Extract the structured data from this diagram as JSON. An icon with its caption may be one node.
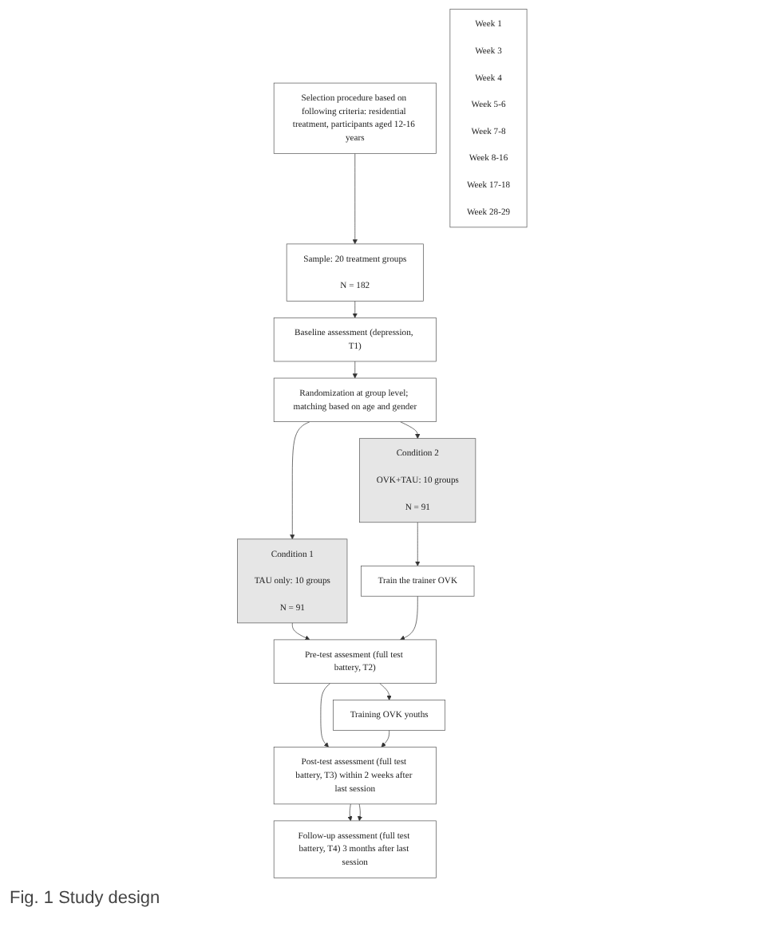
{
  "diagram": {
    "caption": "Fig. 1 Study design",
    "nodes": [
      {
        "text": [
          "Selection procedure based on following criteria: residential treatment, participants aged 12-16 years"
        ]
      },
      {
        "text": [
          "Sample: 20 treatment groups",
          "N = 182"
        ]
      },
      {
        "text": [
          "Baseline assessment (depression, T1)"
        ]
      },
      {
        "text": [
          "Randomization at group level; matching based on age and gender"
        ]
      },
      {
        "text": [
          "Condition 1",
          "TAU only: 10 groups",
          "N = 91"
        ]
      },
      {
        "text": [
          "Condition 2",
          "OVK+TAU: 10 groups",
          "N = 91"
        ]
      },
      {
        "text": [
          "Train the trainer OVK"
        ]
      },
      {
        "text": [
          "Pre-test assesment (full test battery, T2)"
        ]
      },
      {
        "text": [
          "Training OVK youths"
        ]
      },
      {
        "text": [
          "Post-test assessment (full test battery, T3) within 2 weeks after last session"
        ]
      },
      {
        "text": [
          "Follow-up assessment (full test battery, T4) 3 months after last session"
        ]
      },
      {
        "text": [
          "Week 1",
          "Week 3",
          "Week 4",
          "Week 5-6",
          "Week 7-8",
          "Week 8-16",
          "Week 17-18",
          "Week 28-29"
        ]
      }
    ],
    "edges": [
      {
        "from": 0,
        "to": 1,
        "arrow": "to"
      },
      {
        "from": 1,
        "to": 2,
        "arrow": "to"
      },
      {
        "from": 2,
        "to": 3,
        "arrow": "to"
      },
      {
        "from": 3,
        "to": 4,
        "arrow": "to"
      },
      {
        "from": 3,
        "to": 5,
        "arrow": "to"
      },
      {
        "from": 4,
        "to": 7,
        "arrow": "to"
      },
      {
        "from": 5,
        "to": 6,
        "arrow": "to"
      },
      {
        "from": 6,
        "to": 7,
        "arrow": "to"
      },
      {
        "from": 7,
        "to": 9,
        "arrow": "to"
      },
      {
        "from": 7,
        "to": 8,
        "arrow": "to"
      },
      {
        "from": 8,
        "to": 9,
        "arrow": "to"
      },
      {
        "from": 9,
        "to": 10,
        "arrow": "to"
      },
      {
        "from": 9,
        "to": 10,
        "arrow": "to"
      }
    ]
  }
}
